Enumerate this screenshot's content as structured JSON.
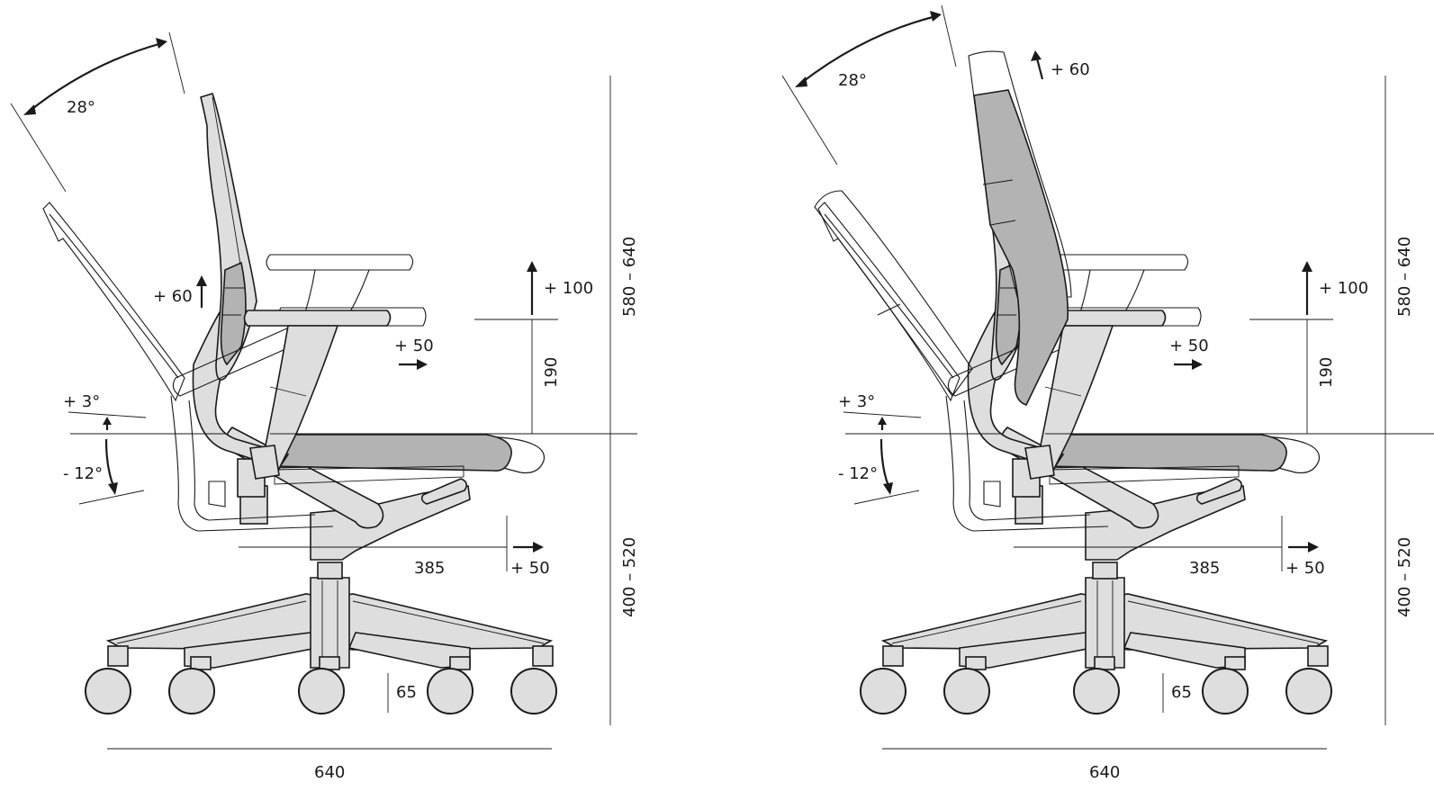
{
  "figure": {
    "views": [
      {
        "id": "left",
        "labels": {
          "recline_angle": "28°",
          "backrest_height": "+ 60",
          "armrest_height": "+ 100",
          "armrest_depth": "+ 50",
          "tilt_forward": "+ 3°",
          "tilt_back": "- 12°",
          "armrest_above_seat": "190",
          "seat_depth": "385",
          "seat_depth_adjust": "+ 50",
          "castor_height": "65",
          "base_width": "640",
          "back_height_range": "580 – 640",
          "seat_height_range": "400 – 520"
        }
      },
      {
        "id": "right",
        "labels": {
          "recline_angle": "28°",
          "backrest_height": "+ 60",
          "armrest_height": "+ 100",
          "armrest_depth": "+ 50",
          "tilt_forward": "+ 3°",
          "tilt_back": "- 12°",
          "armrest_above_seat": "190",
          "seat_depth": "385",
          "seat_depth_adjust": "+ 50",
          "castor_height": "65",
          "base_width": "640",
          "back_height_range": "580 – 640",
          "seat_height_range": "400 – 520"
        }
      }
    ]
  }
}
